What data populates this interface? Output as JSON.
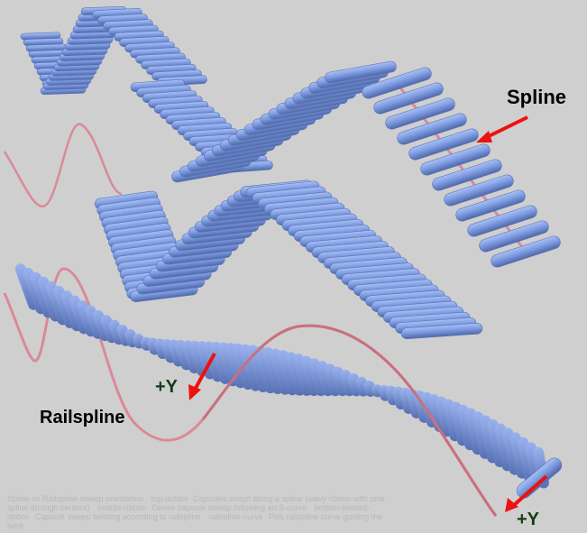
{
  "diagram": {
    "title": "Spline vs Railspline sweep orientation",
    "labels": {
      "spline": "Spline",
      "railspline": "Railspline",
      "plus_y_1": "+Y",
      "plus_y_2": "+Y"
    },
    "objects": [
      {
        "name": "top-ladder",
        "description": "Capsules swept along a spline (wavy ribbon with pink spline through centers)"
      },
      {
        "name": "middle-ribbon",
        "description": "Dense capsule sweep following an S-curve"
      },
      {
        "name": "bottom-twisted-ribbon",
        "description": "Capsule sweep twisting according to railspline"
      },
      {
        "name": "railspline-curve",
        "description": "Pink railspline curve guiding the twist"
      }
    ],
    "colors": {
      "background": "#cfcfcf",
      "capsule": "#7f9de3",
      "capsule_shadow": "#4f68a8",
      "spline": "#d98a98",
      "spline_dark": "#6b2f3a",
      "arrow": "#ee1111",
      "plus_y_text": "#143d14",
      "text": "#000000"
    }
  }
}
